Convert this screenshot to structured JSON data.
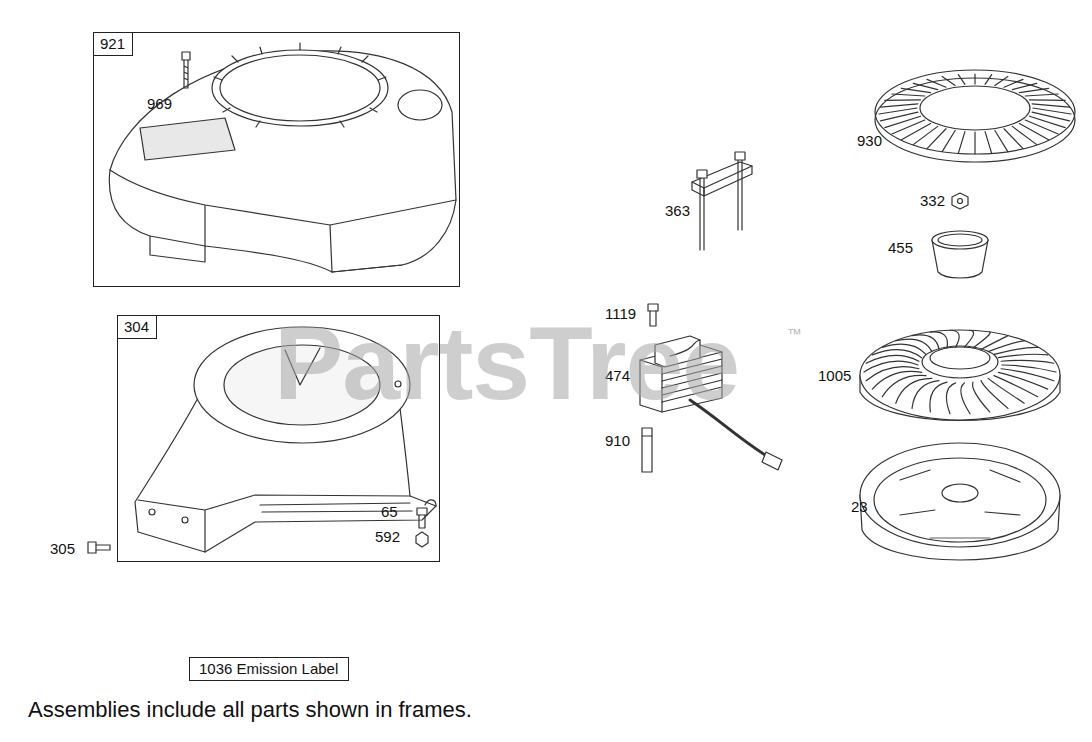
{
  "diagram": {
    "caption": "Assemblies include all parts shown in frames.",
    "nodes": [
      {
        "text": [
          "969"
        ]
      },
      {
        "text": [
          "921"
        ],
        "in": 0
      },
      {
        "text": [
          "65",
          "592"
        ]
      },
      {
        "text": [
          "304"
        ],
        "in": 2
      },
      {
        "text": [
          "1036 Emission Label"
        ]
      }
    ],
    "labels": [
      "305",
      "363",
      "930",
      "332",
      "455",
      "1119",
      "474",
      "910",
      "1005",
      "23",
      "PartsTree",
      "™"
    ]
  }
}
